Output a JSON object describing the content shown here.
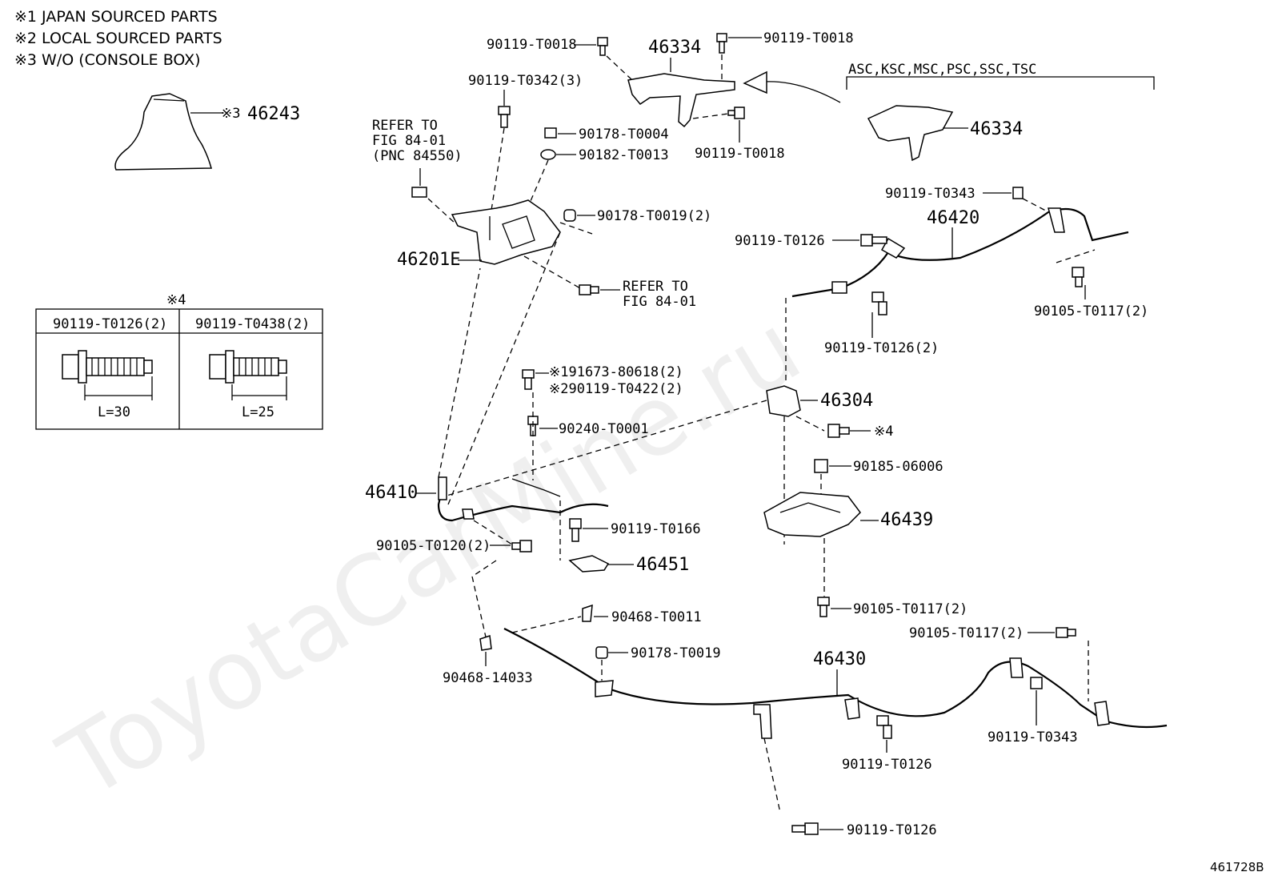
{
  "notes": [
    "※1  JAPAN SOURCED PARTS",
    "※2  LOCAL SOURCED PARTS",
    "※3  W/O (CONSOLE BOX)"
  ],
  "variant_label": "ASC,KSC,MSC,PSC,SSC,TSC",
  "table": {
    "mark": "※4",
    "col1_header": "90119-T0126(2)",
    "col2_header": "90119-T0438(2)",
    "col1_length": "L=30",
    "col2_length": "L=25"
  },
  "parts": {
    "p46243": "46243",
    "p46243_mark": "※3",
    "p46334_a": "46334",
    "p46334_b": "46334",
    "p46201E": "46201E",
    "p46420": "46420",
    "p46304": "46304",
    "p46439": "46439",
    "p46410": "46410",
    "p46451": "46451",
    "p46430": "46430",
    "b_t0018_a": "90119-T0018",
    "b_t0018_b": "90119-T0018",
    "b_t0018_c": "90119-T0018",
    "b_t0342": "90119-T0342(3)",
    "n_t0004": "90178-T0004",
    "w_t0013": "90182-T0013",
    "n_t0019_2": "90178-T0019(2)",
    "b_t0343_a": "90119-T0343",
    "b_t0126_a": "90119-T0126",
    "b_t0117_a": "90105-T0117(2)",
    "b_t0126_2": "90119-T0126(2)",
    "b_80618": "※191673-80618(2)",
    "b_t0422": "※290119-T0422(2)",
    "b_t0001": "90240-T0001",
    "mark4": "※4",
    "n_06006": "90185-06006",
    "b_t0120": "90105-T0120(2)",
    "b_t0166": "90119-T0166",
    "b_t0117_b": "90105-T0117(2)",
    "b_t0117_c": "90105-T0117(2)",
    "c_t0011": "90468-T0011",
    "n_t0019": "90178-T0019",
    "c_14033": "90468-14033",
    "b_t0126_b": "90119-T0126",
    "b_t0343_b": "90119-T0343",
    "b_t0126_c": "90119-T0126"
  },
  "refs": {
    "ref1_l1": "REFER TO",
    "ref1_l2": "FIG 84-01",
    "ref1_l3": "(PNC 84550)",
    "ref2_l1": "REFER TO",
    "ref2_l2": "FIG 84-01"
  },
  "watermark": "ToyotaCarMine.ru",
  "figure_id": "461728B"
}
